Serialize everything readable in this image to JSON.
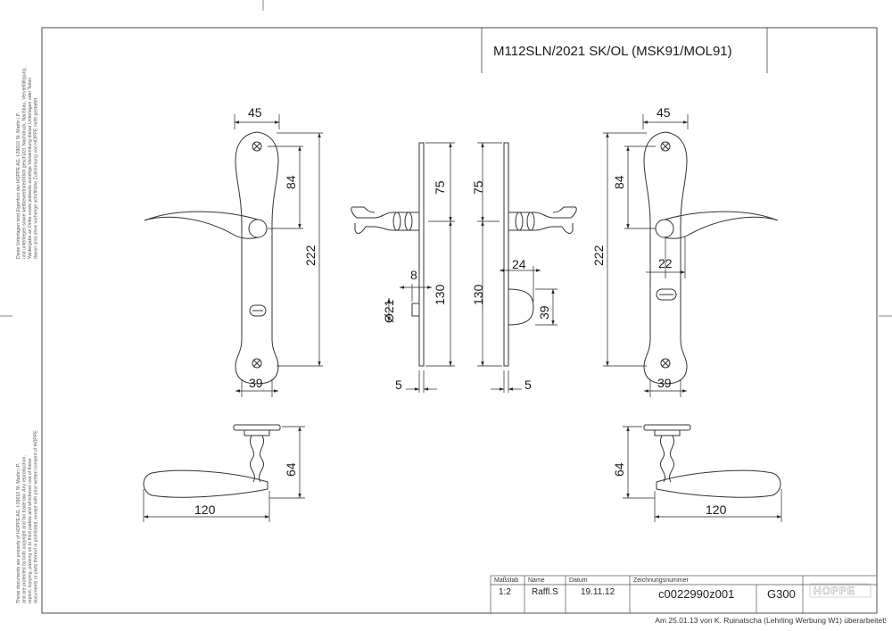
{
  "drawing": {
    "title": "M112SLN/2021 SK/OL (MSK91/MOL91)",
    "dimensions": {
      "left_width": "45",
      "left_upper": "84",
      "left_height": "222",
      "left_bottom": "39",
      "side_left_75": "75",
      "side_left_8": "8",
      "side_left_dia": "Ø21",
      "side_left_130": "130",
      "side_left_5": "5",
      "side_right_75": "75",
      "side_right_24": "24",
      "side_right_130": "130",
      "side_right_39": "39",
      "side_right_5": "5",
      "right_width": "45",
      "right_upper": "84",
      "right_height": "222",
      "right_22": "22",
      "right_bottom": "39",
      "lever_left_64": "64",
      "lever_left_120": "120",
      "lever_right_64": "64",
      "lever_right_120": "120"
    },
    "side_note_top": [
      "Diese Unterlagen sind Eigentum der HOPPE AG, I-39010 St. Martin i.P.",
      "und unterliegen sowie wettbewerbsrechtlich geschützt. Nachdruck, Nachbau, Vervielfältigung,",
      "Weitergabe an Dritte sowie jedwede sonstige Verwendung dieser Unterlagen oder Teilen",
      "davon sind ohne vorherige schriftliche Zustimmung von HOPPE nicht gestattet."
    ],
    "side_note_bottom": [
      "These documents are property of HOPPE AG, I-39010 St. Martin i.P.",
      "and are protected by both copyright and fair trade law. Any reproduction,",
      "reprint, copying, passing on to third parties and whichever use of these",
      "documents or parts thereof is prohibited, except with prior written consent of HOPPE"
    ]
  },
  "title_block": {
    "scale_label": "Maßstab",
    "scale_value": "1:2",
    "name_label": "Name",
    "name_value": "Raffl.S",
    "date_label": "Datum",
    "date_value": "19.11.12",
    "number_label": "Zeichnungsnummer",
    "number_value": "c0022990z001",
    "code_value": "G300",
    "logo_text": "HOPPE"
  },
  "footer_note": "Am 25.01.13 von K. Ruinatscha (Lehrling Werbung W1) überarbeitet!"
}
